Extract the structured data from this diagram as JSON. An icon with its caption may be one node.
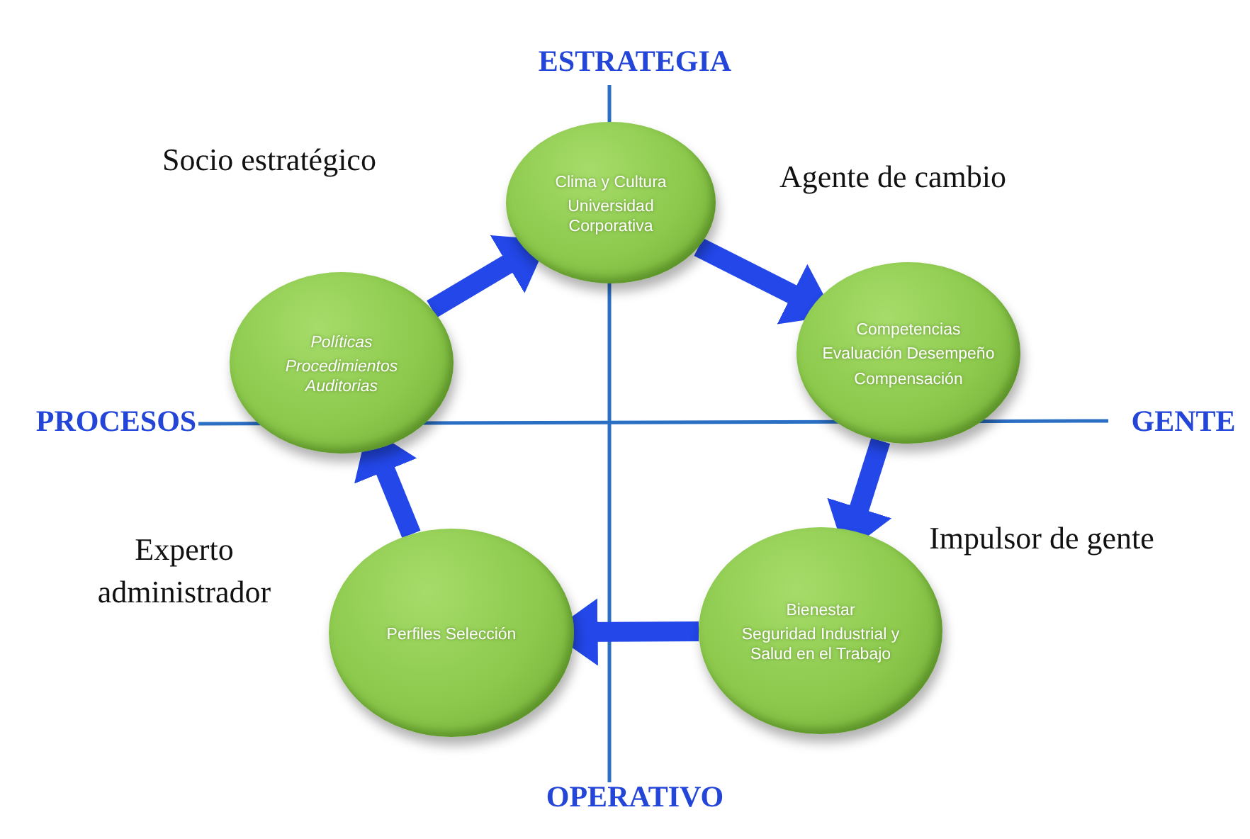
{
  "diagram": {
    "nodes": [
      {
        "text": [
          "Clima y Cultura",
          "Universidad Corporativa"
        ]
      },
      {
        "text": [
          "Políticas",
          "Procedimientos Auditorias"
        ]
      },
      {
        "text": [
          "Competencias",
          "Evaluación Desempeño",
          "Compensación"
        ]
      },
      {
        "text": [
          "Perfiles Selección"
        ]
      },
      {
        "text": [
          "Bienestar",
          "Seguridad Industrial y Salud en el Trabajo"
        ]
      }
    ],
    "edges": [
      {
        "from": 1,
        "to": 0,
        "arrow": "to"
      },
      {
        "from": 0,
        "to": 2,
        "arrow": "to"
      },
      {
        "from": 2,
        "to": 4,
        "arrow": "to"
      },
      {
        "from": 4,
        "to": 3,
        "arrow": "to"
      },
      {
        "from": 3,
        "to": 1,
        "arrow": "to"
      }
    ],
    "labels": [
      "ESTRATEGIA",
      "Socio estratégico",
      "Agente de cambio",
      "PROCESOS",
      "GENTE",
      "Impulsor de gente",
      "Experto administrador",
      "OPERATIVO"
    ]
  }
}
